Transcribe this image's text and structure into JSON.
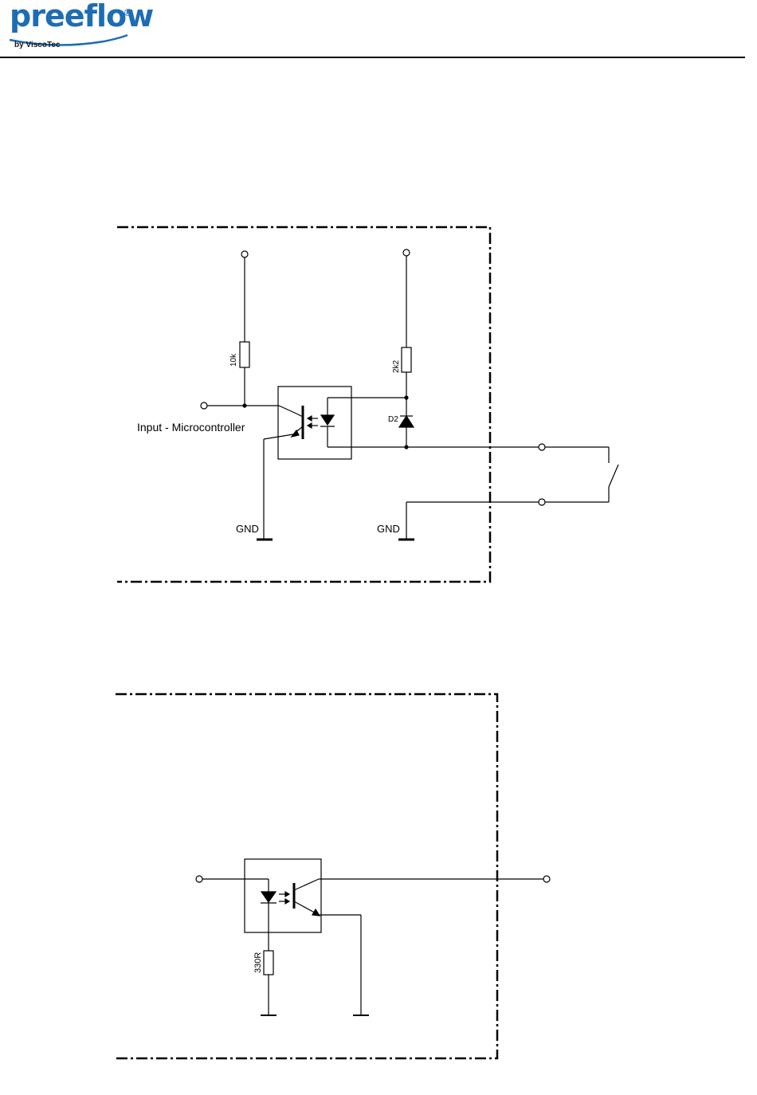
{
  "header": {
    "logo_text": "preeflow",
    "logo_registered": "®",
    "logo_subtitle": "by ViscoTec",
    "brand_color": "#1e6db3"
  },
  "diagram_input": {
    "resistor_pullup_label": "10k",
    "resistor_led_label": "2k2",
    "diode_label": "D2",
    "input_label": "Input - Microcontroller",
    "gnd_left_label": "GND",
    "gnd_right_label": "GND"
  },
  "diagram_output": {
    "resistor_label": "330R"
  }
}
